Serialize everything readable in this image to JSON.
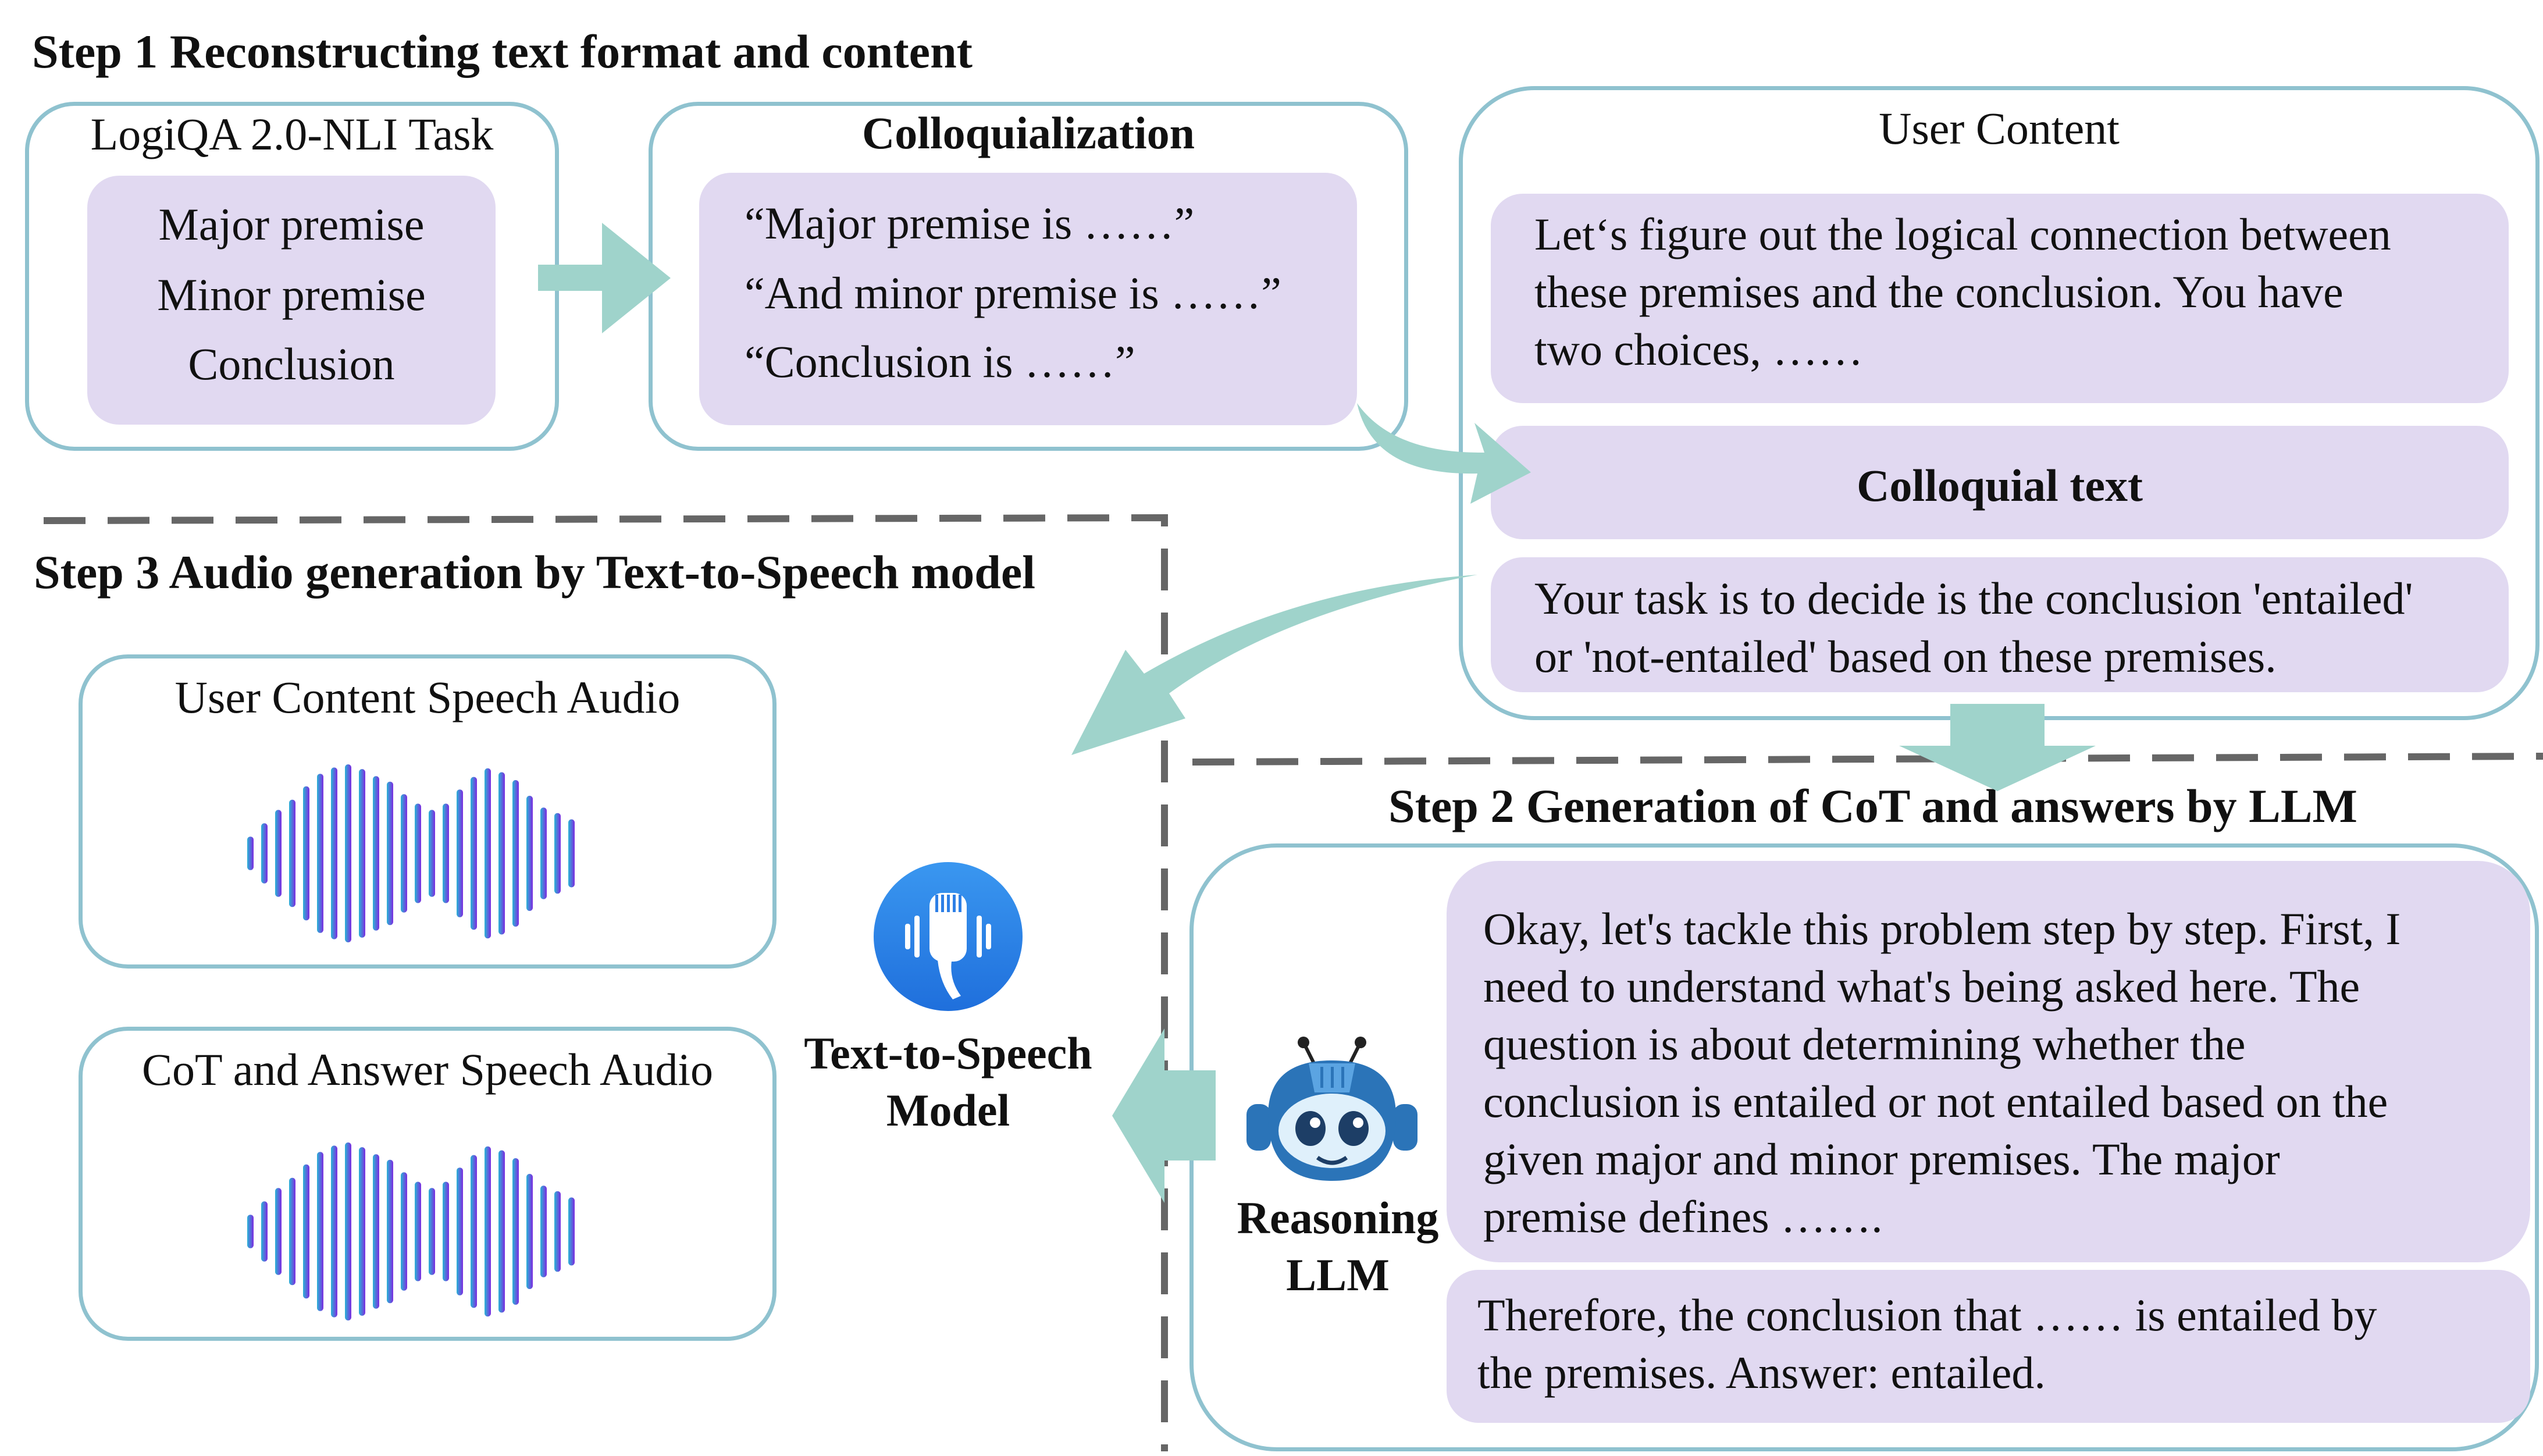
{
  "colors": {
    "frame_border": "#8fc2cf",
    "content_fill": "#e1d9f1",
    "arrow": "#9fd3cb",
    "divider": "#666666",
    "wave_start": "#2bb4d6",
    "wave_end": "#7d2be0",
    "tts_icon": "#2d7fe6",
    "robot_icon": "#2b74b8"
  },
  "step1": {
    "title": "Step 1 Reconstructing text format and content",
    "task_box": {
      "title": "LogiQA 2.0-NLI Task",
      "items": [
        "Major premise",
        "Minor premise",
        "Conclusion"
      ]
    },
    "colloq_box": {
      "title": "Colloquialization",
      "items": [
        "“Major premise is ……”",
        "“And minor premise is ……”",
        "“Conclusion is ……”"
      ]
    }
  },
  "user_content": {
    "title": "User Content",
    "intro_lines": [
      "Let‘s figure out the logical connection between",
      "these premises and the conclusion. You have",
      "two choices, ……"
    ],
    "colloquial_text": "Colloquial text",
    "task_lines": [
      "Your task is to decide is the conclusion 'entailed'",
      "or 'not-entailed' based on these premises."
    ]
  },
  "step2": {
    "title": "Step 2 Generation of CoT and answers by LLM",
    "llm_label_lines": [
      "Reasoning",
      "LLM"
    ],
    "robot_icon": "robot-icon",
    "cot_lines": [
      "Okay, let's tackle this problem step by step. First, I",
      "need to understand what's being asked here. The",
      "question is about determining whether the",
      "conclusion is entailed or not entailed based on the",
      "given major and minor premises. The major",
      "premise defines ……."
    ],
    "answer_lines": [
      "Therefore, the conclusion that …… is entailed by",
      "the premises. Answer: entailed."
    ]
  },
  "step3": {
    "title": "Step 3 Audio generation by Text-to-Speech model",
    "audio_boxes": [
      {
        "title": "User Content Speech Audio",
        "icon": "waveform-icon"
      },
      {
        "title": "CoT and Answer Speech Audio",
        "icon": "waveform-icon"
      }
    ],
    "tts_label_lines": [
      "Text-to-Speech",
      "Model"
    ],
    "tts_icon": "microphone-icon"
  }
}
